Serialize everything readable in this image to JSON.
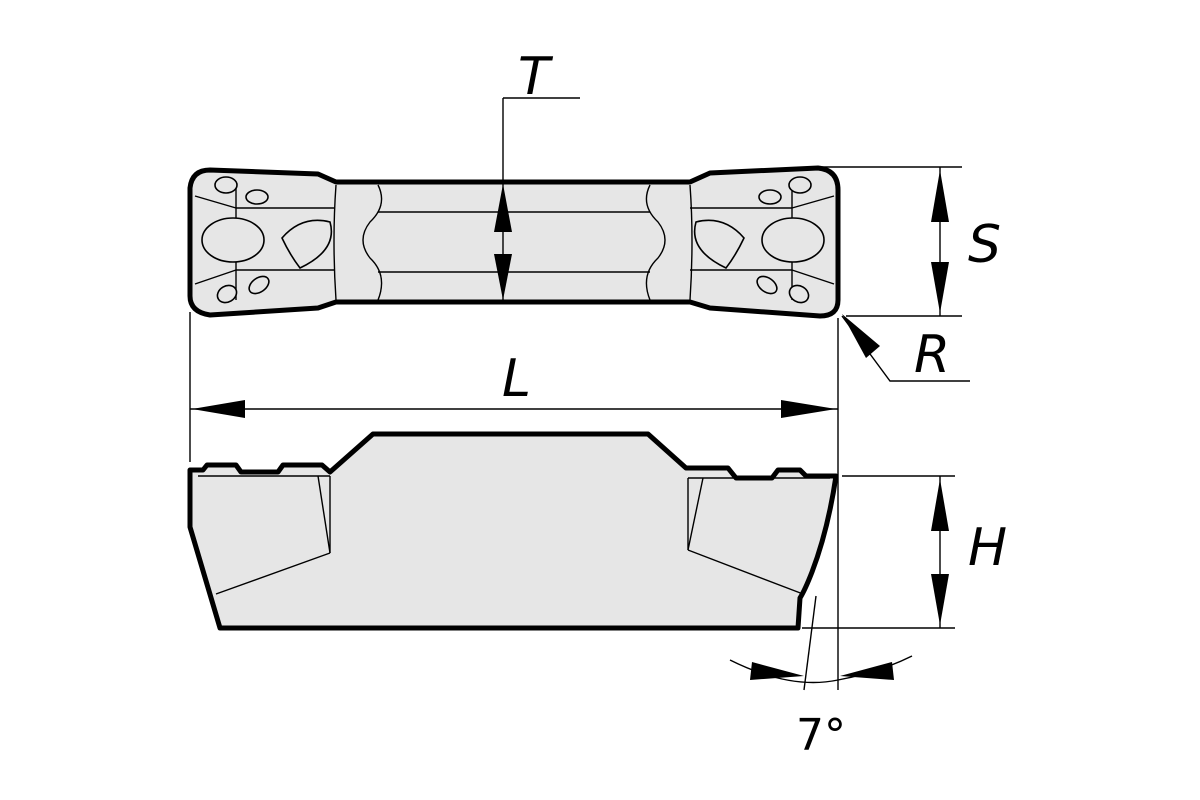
{
  "labels": {
    "thickness": "T",
    "height_top_view": "S",
    "radius": "R",
    "length": "L",
    "height_side_view": "H",
    "clearance_angle": "7°"
  },
  "colors": {
    "part_fill": "#e6e6e6",
    "line": "#000000",
    "background": "#ffffff"
  }
}
